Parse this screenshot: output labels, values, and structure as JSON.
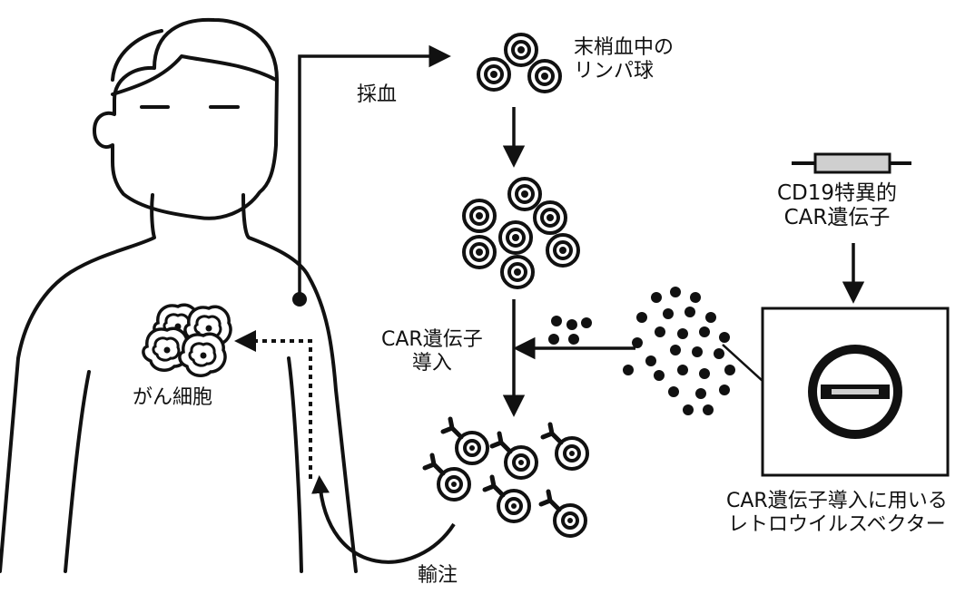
{
  "labels": {
    "blood_draw": "採血",
    "peripheral_lymphocytes": [
      "末梢血中の",
      "リンパ球"
    ],
    "cd19_car_gene": [
      "CD19特異的",
      "CAR遺伝子"
    ],
    "car_gene_transfer": [
      "CAR遺伝子",
      "導入"
    ],
    "cancer_cell": "がん細胞",
    "retrovirus_vector": [
      "CAR遺伝子導入に用いる",
      "レトロウイルスベクター"
    ],
    "infusion": "輸注"
  },
  "colors": {
    "ink": "#111111",
    "background": "#ffffff",
    "vector_insert": "#cfcfcf"
  }
}
